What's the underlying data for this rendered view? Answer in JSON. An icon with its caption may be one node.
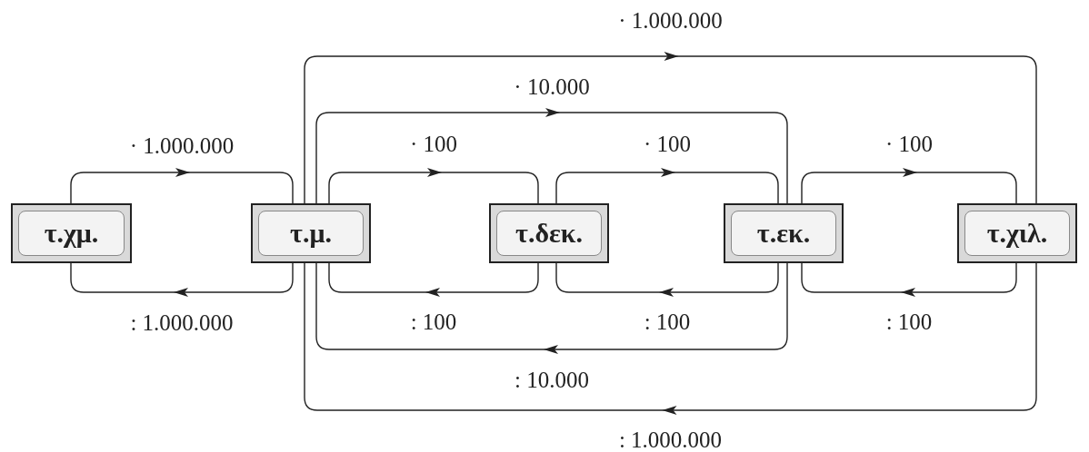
{
  "diagram": {
    "nodes": [
      {
        "text": [
          "τ.χμ."
        ]
      },
      {
        "text": [
          "τ.μ."
        ]
      },
      {
        "text": [
          "τ.δεκ."
        ]
      },
      {
        "text": [
          "τ.εκ."
        ]
      },
      {
        "text": [
          "τ.χιλ."
        ]
      }
    ],
    "edges": [
      {
        "from": 0,
        "to": 1,
        "arrow": "to",
        "label": "· 1.000.000"
      },
      {
        "from": 1,
        "to": 0,
        "arrow": "to",
        "label": ": 1.000.000"
      },
      {
        "from": 1,
        "to": 2,
        "arrow": "to",
        "label": "· 100"
      },
      {
        "from": 2,
        "to": 1,
        "arrow": "to",
        "label": ": 100"
      },
      {
        "from": 2,
        "to": 3,
        "arrow": "to",
        "label": "· 100"
      },
      {
        "from": 3,
        "to": 2,
        "arrow": "to",
        "label": ": 100"
      },
      {
        "from": 3,
        "to": 4,
        "arrow": "to",
        "label": "· 100"
      },
      {
        "from": 4,
        "to": 3,
        "arrow": "to",
        "label": ": 100"
      },
      {
        "from": 1,
        "to": 3,
        "arrow": "to",
        "label": "· 10.000"
      },
      {
        "from": 3,
        "to": 1,
        "arrow": "to",
        "label": ": 10.000"
      },
      {
        "from": 1,
        "to": 4,
        "arrow": "to",
        "label": "· 1.000.000"
      },
      {
        "from": 4,
        "to": 1,
        "arrow": "to",
        "label": ": 1.000.000"
      }
    ]
  }
}
